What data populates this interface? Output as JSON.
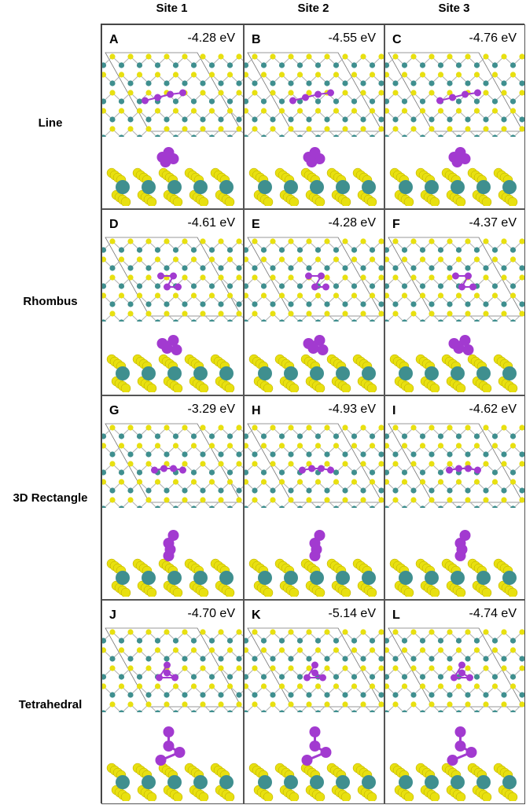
{
  "columns": [
    "Site 1",
    "Site 2",
    "Site 3"
  ],
  "rows": [
    "Line",
    "Rhombus",
    "3D Rectangle",
    "Tetrahedral"
  ],
  "panels": [
    {
      "label": "A",
      "energy": "-4.28 eV"
    },
    {
      "label": "B",
      "energy": "-4.55 eV"
    },
    {
      "label": "C",
      "energy": "-4.76 eV"
    },
    {
      "label": "D",
      "energy": "-4.61 eV"
    },
    {
      "label": "E",
      "energy": "-4.28 eV"
    },
    {
      "label": "F",
      "energy": "-4.37 eV"
    },
    {
      "label": "G",
      "energy": "-3.29 eV"
    },
    {
      "label": "H",
      "energy": "-4.93 eV"
    },
    {
      "label": "I",
      "energy": "-4.62 eV"
    },
    {
      "label": "J",
      "energy": "-4.70 eV"
    },
    {
      "label": "K",
      "energy": "-5.14 eV"
    },
    {
      "label": "L",
      "energy": "-4.74 eV"
    }
  ],
  "colors": {
    "sulfur": "#e8e010",
    "metal": "#3f8f8f",
    "cluster": "#a23ad0",
    "bond": "#b0b0b0"
  }
}
